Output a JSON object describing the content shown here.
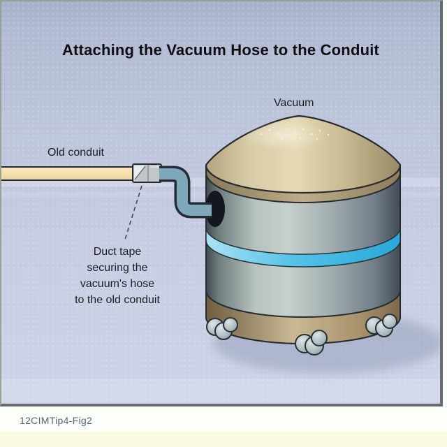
{
  "figure": {
    "title": "Attaching the Vacuum Hose to the Conduit",
    "labels": {
      "vacuum": "Vacuum",
      "old_conduit": "Old conduit",
      "duct_tape": "Duct tape\nsecuring the\nvacuum's hose\nto the old conduit"
    },
    "caption": "12CIMTip4-Fig2",
    "colors": {
      "background_lavender": "#c2c9df",
      "frame_top_left": "#97a294",
      "frame_bottom_right": "#636d72",
      "conduit_cream": "#f7dfae",
      "duct_tape_gray": "#c2c6ca",
      "hose_blue": "#7fa9ba",
      "vacuum_lid_tan": "#d8cca6",
      "vacuum_body_gray": "#b6c2be",
      "stripe_cyan": "#50c0e8",
      "base_band_tan": "#c9b995",
      "caption_text": "#57667a",
      "bottom_band_yellow": "#fafae2"
    }
  }
}
